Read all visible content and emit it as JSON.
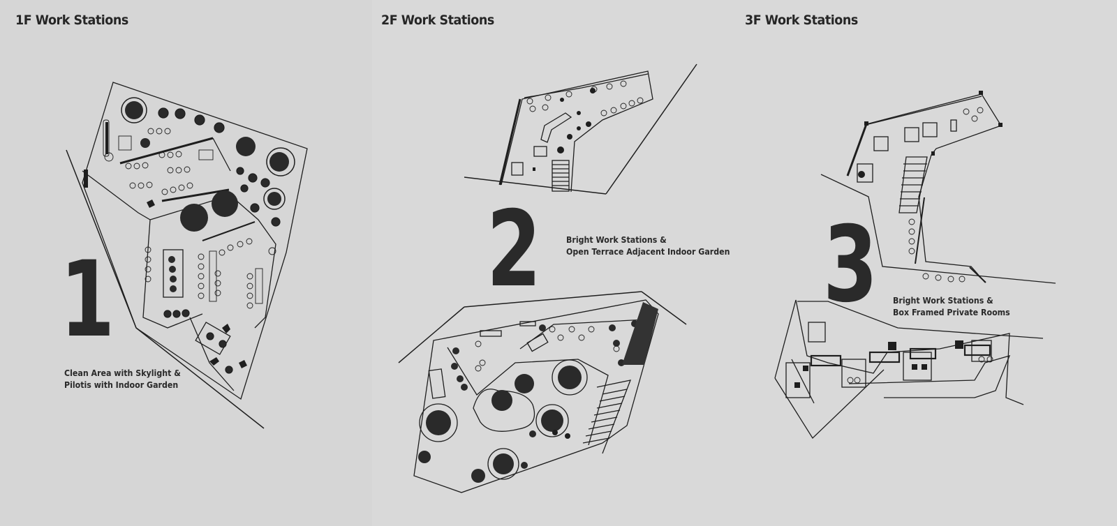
{
  "panels": [
    {
      "title": "1F Work Stations",
      "number": "1",
      "caption": [
        "Clean Area with Skylight &",
        "Pilotis with Indoor Garden"
      ]
    },
    {
      "title": "2F Work Stations",
      "number": "2",
      "caption": [
        "Bright Work Stations &",
        "Open Terrace Adjacent Indoor Garden"
      ]
    },
    {
      "title": "3F Work Stations",
      "number": "3",
      "caption": [
        "Bright Work Stations &",
        "Box Framed Private Rooms"
      ]
    }
  ],
  "colors": {
    "line": "#1e1e1e",
    "text": "#2a2a2a",
    "panel_bg": "#d9d9d9"
  }
}
